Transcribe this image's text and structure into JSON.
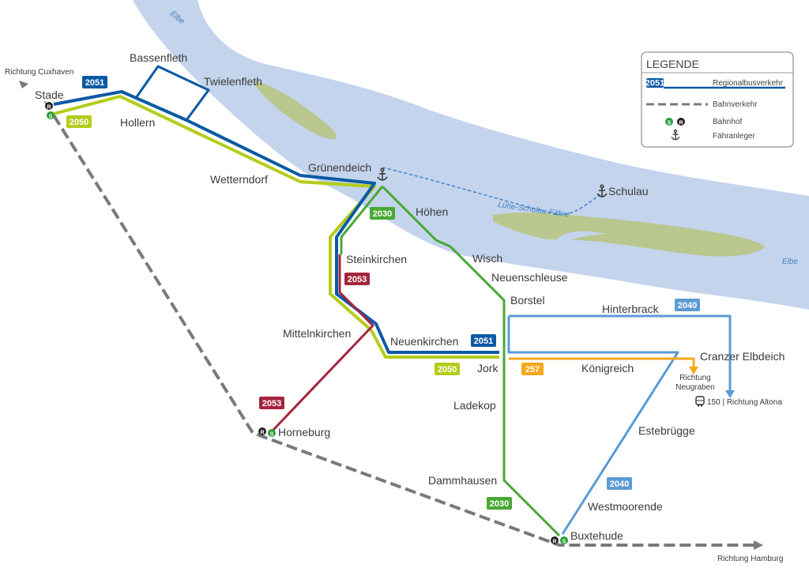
{
  "colors": {
    "water": "#c3d4ec",
    "island": "#b9c68e",
    "route_2051": "#0a5aa5",
    "route_2050": "#b4cc1c",
    "route_2030": "#49a834",
    "route_2053": "#a5253d",
    "route_2040": "#5b9bd5",
    "route_257": "#f5a81c",
    "rail": "#7a7a7a",
    "ferry": "#3d7fc4",
    "s_bahn": "#2f9c3a",
    "r_bahn": "#222222"
  },
  "water_labels": {
    "elbe_upper": "Elbe",
    "elbe_lower": "Elbe",
    "ferry": "Lühe-Schulau-Fähre"
  },
  "legend": {
    "title": "LEGENDE",
    "bus_badge": "2051",
    "bus_label": "Regionalbusverkehr",
    "rail_label": "Bahnverkehr",
    "station_s": "S",
    "station_r": "R",
    "station_label": "Bahnhof",
    "ferry_label": "Fähranleger"
  },
  "places": {
    "stade": "Stade",
    "bassenfleth": "Bassenfleth",
    "twielenfleth": "Twielenfleth",
    "hollern": "Hollern",
    "wetterndorf": "Wetterndorf",
    "gruenendeich": "Grünendeich",
    "schulau": "Schulau",
    "hoehen": "Höhen",
    "steinkirchen": "Steinkirchen",
    "wisch": "Wisch",
    "neuenschleuse": "Neuenschleuse",
    "borstel": "Borstel",
    "hinterbrack": "Hinterbrack",
    "cranzer": "Cranzer Elbdeich",
    "mittelnkirchen": "Mittelnkirchen",
    "neuenkirchen": "Neuenkirchen",
    "jork": "Jork",
    "koenigreich": "Königreich",
    "richtung_neugraben_1": "Richtung",
    "richtung_neugraben_2": "Neugraben",
    "richtung_altona": "150 | Richtung Altona",
    "ladekop": "Ladekop",
    "estebruegge": "Estebrügge",
    "horneburg": "Horneburg",
    "dammhausen": "Dammhausen",
    "westmoorende": "Westmoorende",
    "buxtehude": "Buxtehude",
    "richtung_cuxhaven": "Richtung Cuxhaven",
    "richtung_hamburg": "Richtung Hamburg"
  },
  "badges": {
    "b2051_stade": "2051",
    "b2050_stade": "2050",
    "b2030_hoehen": "2030",
    "b2053_stein": "2053",
    "b2040_hinter": "2040",
    "b2051_neuenk": "2051",
    "b2050_jork": "2050",
    "b257": "257",
    "b2053_horne": "2053",
    "b2040_west": "2040",
    "b2030_damm": "2030"
  }
}
